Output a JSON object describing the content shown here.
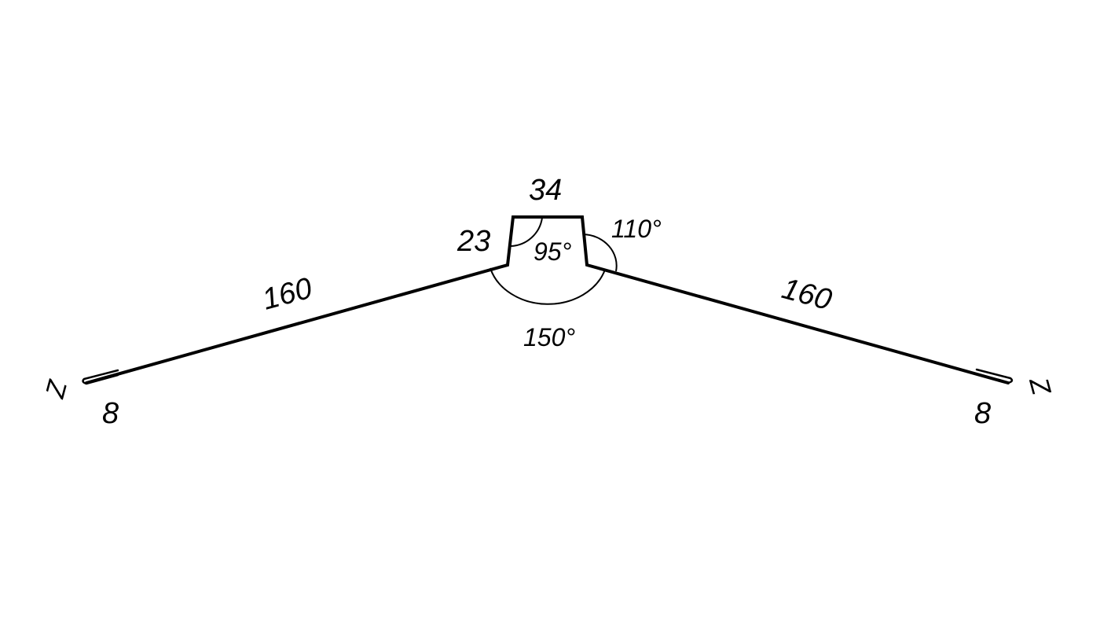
{
  "labels": {
    "top_length": "34",
    "left_flank": "23",
    "left_arm": "160",
    "right_arm": "160",
    "left_hem": "8",
    "right_hem": "8",
    "left_hem_mark": "Z",
    "right_hem_mark": "Z",
    "angle_inner": "95°",
    "angle_right": "110°",
    "angle_bottom": "150°"
  },
  "colors": {
    "line": "#000000",
    "background": "#ffffff"
  }
}
